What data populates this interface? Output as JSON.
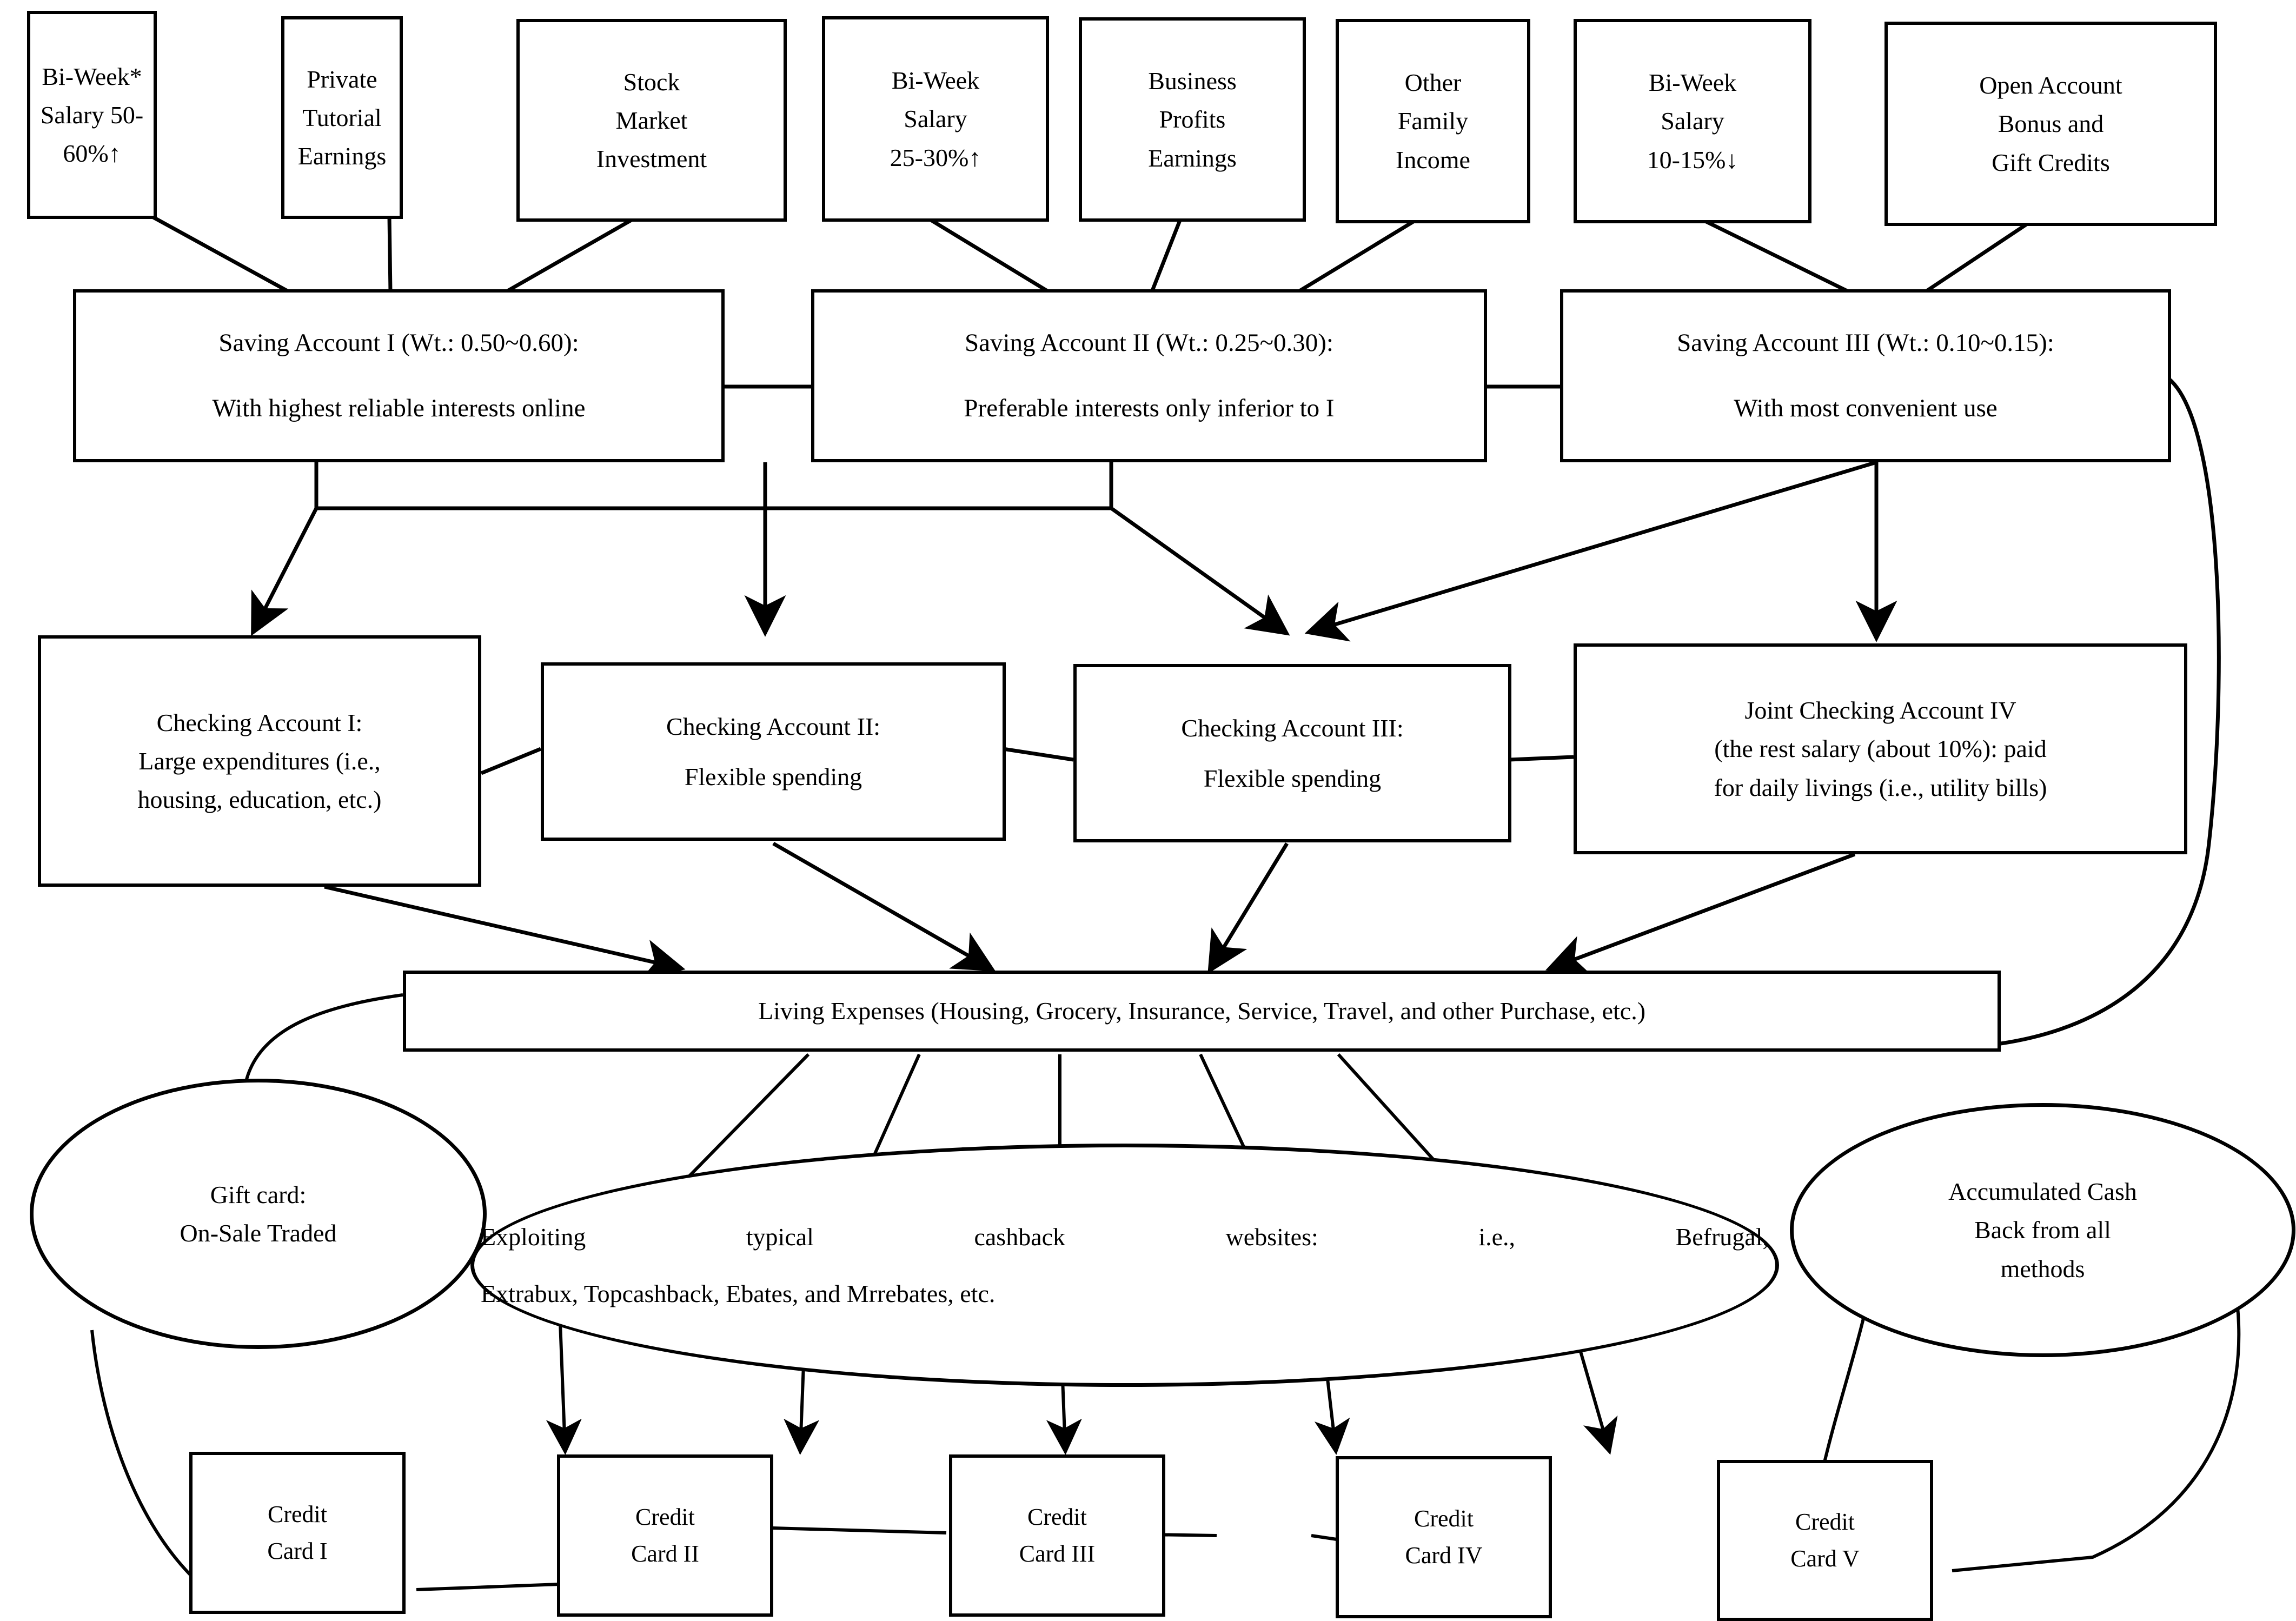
{
  "diagram": {
    "title": "Personal Finance Account and Cashback Flow Chart",
    "stroke_color": "#000000",
    "background_color": "#ffffff",
    "income_sources": [
      {
        "id": "src1",
        "lines": [
          "Bi-Week*",
          "Salary 50-",
          "60%↑"
        ]
      },
      {
        "id": "src2",
        "lines": [
          "Private",
          "Tutorial",
          "Earnings"
        ]
      },
      {
        "id": "src3",
        "lines": [
          "Stock",
          "Market",
          "Investment"
        ]
      },
      {
        "id": "src4",
        "lines": [
          "Bi-Week",
          "Salary",
          "25-30%↑"
        ]
      },
      {
        "id": "src5",
        "lines": [
          "Business",
          "Profits",
          "Earnings"
        ]
      },
      {
        "id": "src6",
        "lines": [
          "Other",
          "Family",
          "Income"
        ]
      },
      {
        "id": "src7",
        "lines": [
          "Bi-Week",
          "Salary",
          "10-15%↓"
        ]
      },
      {
        "id": "src8",
        "lines": [
          "Open Account",
          "Bonus and",
          "Gift Credits"
        ]
      }
    ],
    "saving_accounts": [
      {
        "id": "sav1",
        "lines": [
          "Saving Account I (Wt.: 0.50~0.60):",
          "With highest reliable interests online"
        ]
      },
      {
        "id": "sav2",
        "lines": [
          "Saving Account II (Wt.: 0.25~0.30):",
          "Preferable interests only inferior to I"
        ]
      },
      {
        "id": "sav3",
        "lines": [
          "Saving Account III (Wt.: 0.10~0.15):",
          "With most convenient use"
        ]
      }
    ],
    "checking_accounts": [
      {
        "id": "chk1",
        "lines": [
          "Checking Account I:",
          "Large expenditures (i.e.,",
          "housing, education, etc.)"
        ]
      },
      {
        "id": "chk2",
        "lines": [
          "Checking Account II:",
          "Flexible spending"
        ]
      },
      {
        "id": "chk3",
        "lines": [
          "Checking Account III:",
          "Flexible spending"
        ]
      },
      {
        "id": "chk4",
        "lines": [
          "Joint Checking Account IV",
          "(the rest salary (about 10%): paid",
          "for daily livings (i.e., utility bills)"
        ]
      }
    ],
    "living_expenses": {
      "id": "living",
      "lines": [
        "Living Expenses (Housing, Grocery, Insurance, Service, Travel, and other Purchase, etc.)"
      ]
    },
    "gift_card": {
      "id": "gift",
      "lines": [
        "Gift card:",
        "On-Sale Traded"
      ]
    },
    "cashback": {
      "id": "cashback",
      "lines": [
        "Exploiting typical cashback websites: i.e., Befrugal,",
        "Extrabux, Topcashback, Ebates, and Mrrebates, etc."
      ]
    },
    "accumulated_cashback": {
      "id": "accum",
      "lines": [
        "Accumulated Cash",
        "Back from all",
        "methods"
      ]
    },
    "credit_cards": [
      {
        "id": "cc1",
        "lines": [
          "Credit",
          "Card I"
        ]
      },
      {
        "id": "cc2",
        "lines": [
          "Credit",
          "Card II"
        ]
      },
      {
        "id": "cc3",
        "lines": [
          "Credit",
          "Card III"
        ]
      },
      {
        "id": "cc4",
        "lines": [
          "Credit",
          "Card IV"
        ]
      },
      {
        "id": "cc5",
        "lines": [
          "Credit",
          "Card V"
        ]
      }
    ]
  }
}
